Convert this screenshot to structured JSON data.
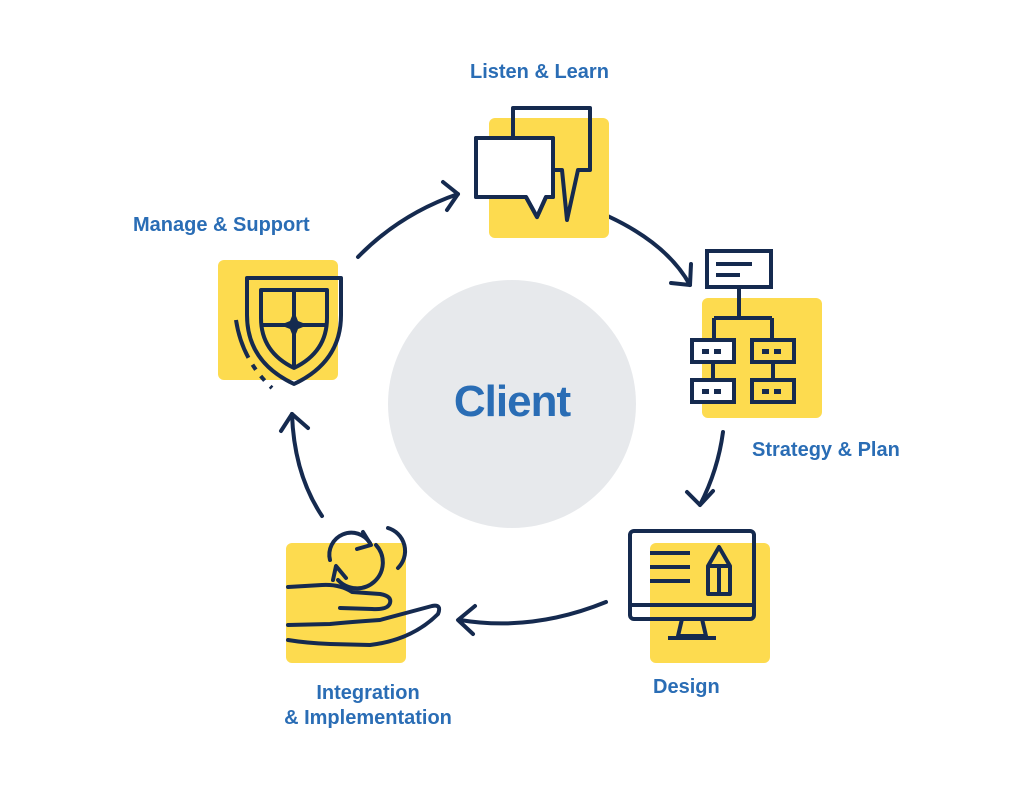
{
  "center": {
    "label": "Client"
  },
  "steps": [
    {
      "label": "Listen & Learn",
      "icon": "speech-bubbles-icon"
    },
    {
      "label": "Strategy & Plan",
      "icon": "org-chart-icon"
    },
    {
      "label": "Design",
      "icon": "monitor-pencil-icon"
    },
    {
      "label_line1": "Integration",
      "label_line2": "& Implementation",
      "icon": "hand-cycle-icon"
    },
    {
      "label": "Manage & Support",
      "icon": "shield-icon"
    }
  ],
  "colors": {
    "accent_yellow": "#fddb4f",
    "icon_navy": "#152a4f",
    "label_blue": "#2a6db5",
    "center_gray": "#e7e9ec"
  }
}
